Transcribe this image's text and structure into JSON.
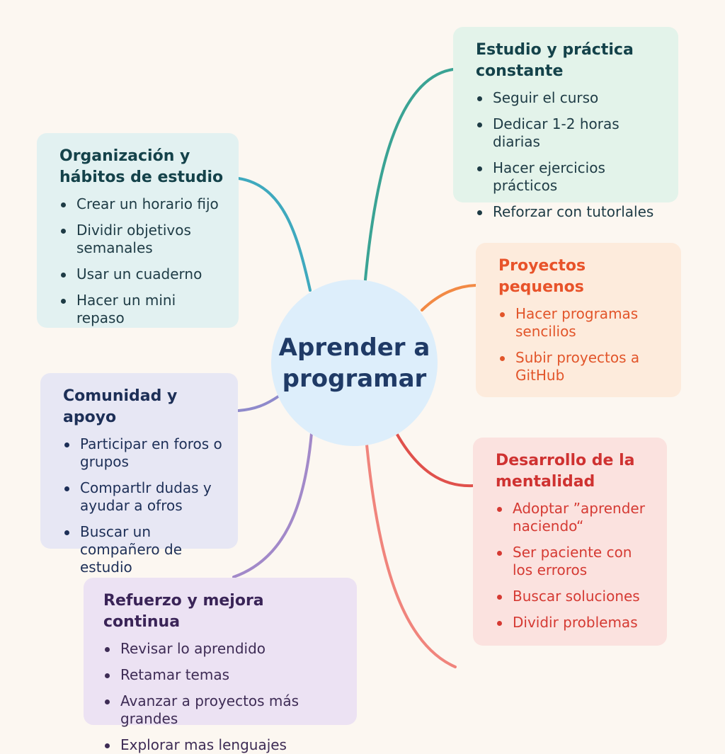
{
  "central": {
    "title": "Aprender a programar"
  },
  "branches": {
    "estudio": {
      "title": "Estudio y práctica constante",
      "color": "#3aa394",
      "items": [
        "Seguir el curso",
        "Dedicar 1-2 horas diarias",
        "Hacer ejercicios prácticos",
        "Reforzar con tutorlales"
      ]
    },
    "organizacion": {
      "title": "Organización y hábitos de estudio",
      "color": "#3fa9be",
      "items": [
        "Crear un horario fijo",
        "Dividir objetivos semanales",
        "Usar un cuaderno",
        "Hacer un mini repaso"
      ]
    },
    "proyectos": {
      "title": "Proyectos pequenos",
      "color": "#f28a45",
      "items": [
        "Hacer programas sencilios",
        "Subir proyectos a GitHub"
      ]
    },
    "comunidad": {
      "title": "Comunidad y apoyo",
      "color": "#8f8acb",
      "items": [
        "Participar en foros o grupos",
        "Compartlr dudas y ayudar a ofros",
        "Buscar un compañero de estudio"
      ]
    },
    "desarrollo": {
      "title": "Desarrollo de la mentalidad",
      "color": "#e0514c",
      "items": [
        "Adoptar ”aprender naciendo“",
        "Ser paciente con los erroros",
        "Buscar soluciones",
        "Dividir problemas"
      ]
    },
    "refuerzo": {
      "title": "Refuerzo y mejora continua",
      "color": "#a289c9",
      "items": [
        "Revisar lo aprendido",
        "Retamar temas",
        "Avanzar a proyectos más grandes",
        "Explorar mas lenguajes"
      ]
    }
  }
}
